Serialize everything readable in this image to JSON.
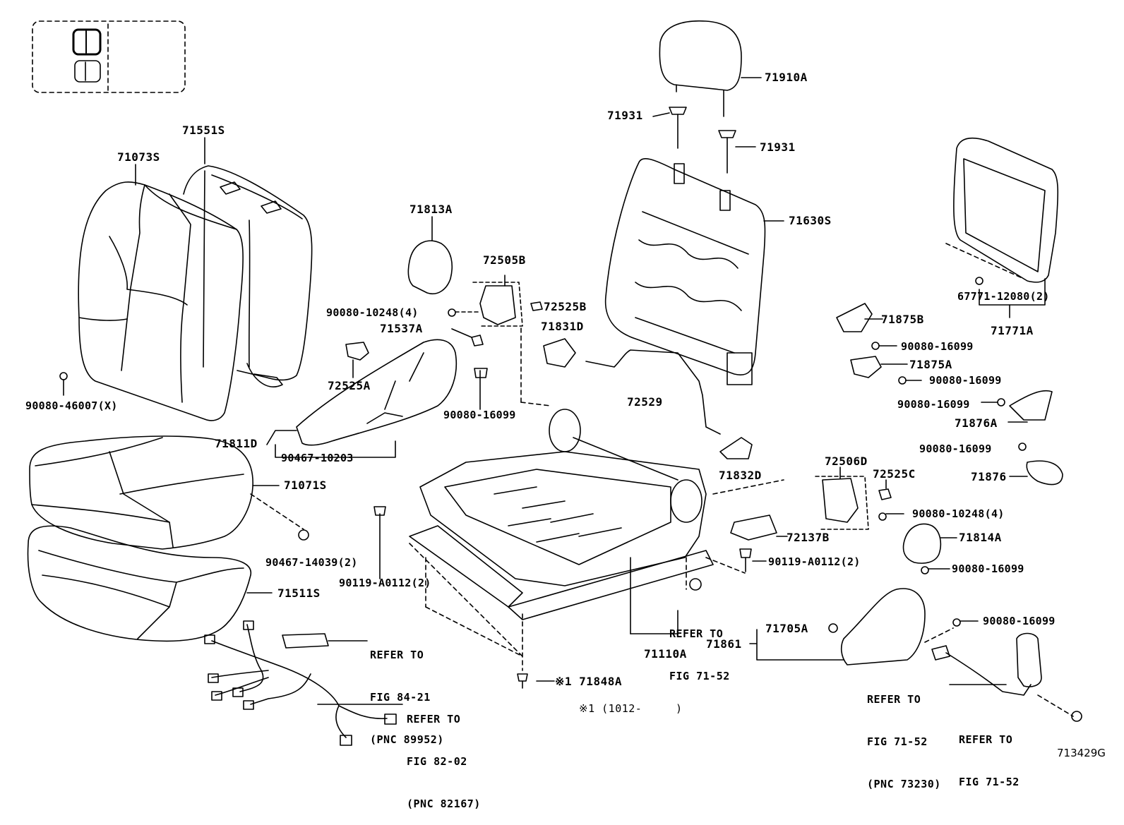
{
  "diagram_id": "713429G",
  "note": "※1 (1012-     )",
  "parts": {
    "p71073S": "71073S",
    "p71551S": "71551S",
    "p90080_46007": "90080-46007(X)",
    "p71813A": "71813A",
    "p72505B": "72505B",
    "p90080_10248_a": "90080-10248(4)",
    "p72525B": "72525B",
    "p71537A": "71537A",
    "p71831D": "71831D",
    "p72525A": "72525A",
    "p90080_16099_a": "90080-16099",
    "p71811D": "71811D",
    "p90467_10203": "90467-10203",
    "p71071S": "71071S",
    "p90467_14039": "90467-14039(2)",
    "p71511S": "71511S",
    "p90119_A0112_a": "90119-A0112(2)",
    "p71910A": "71910A",
    "p71931_a": "71931",
    "p71931_b": "71931",
    "p71630S": "71630S",
    "p72529": "72529",
    "p71832D": "71832D",
    "p71771A": "71771A",
    "p67771": "67771-12080(2)",
    "p71875B": "71875B",
    "p90080_16099_b": "90080-16099",
    "p71875A": "71875A",
    "p90080_16099_c": "90080-16099",
    "p90080_16099_d": "90080-16099",
    "p71876A": "71876A",
    "p90080_16099_e": "90080-16099",
    "p71876": "71876",
    "p72506D": "72506D",
    "p72525C": "72525C",
    "p90080_10248_b": "90080-10248(4)",
    "p72137B": "72137B",
    "p71814A": "71814A",
    "p90080_16099_f": "90080-16099",
    "p90119_A0112_b": "90119-A0112(2)",
    "p71110A": "71110A",
    "p71861": "71861",
    "p71705A": "71705A",
    "p90080_16099_g": "90080-16099",
    "p71848A": "※1 71848A"
  },
  "refs": {
    "r1": [
      "REFER TO",
      "FIG 84-21",
      "(PNC 89952)"
    ],
    "r2": [
      "REFER TO",
      "FIG 82-02",
      "(PNC 82167)"
    ],
    "r3": [
      "REFER TO",
      "FIG 71-52"
    ],
    "r4": [
      "REFER TO",
      "FIG 71-52",
      "(PNC 73230)"
    ],
    "r5": [
      "REFER TO",
      "FIG 71-52"
    ]
  },
  "icons": [
    "seat-position-icon",
    "bolt-icon",
    "clip-icon"
  ]
}
